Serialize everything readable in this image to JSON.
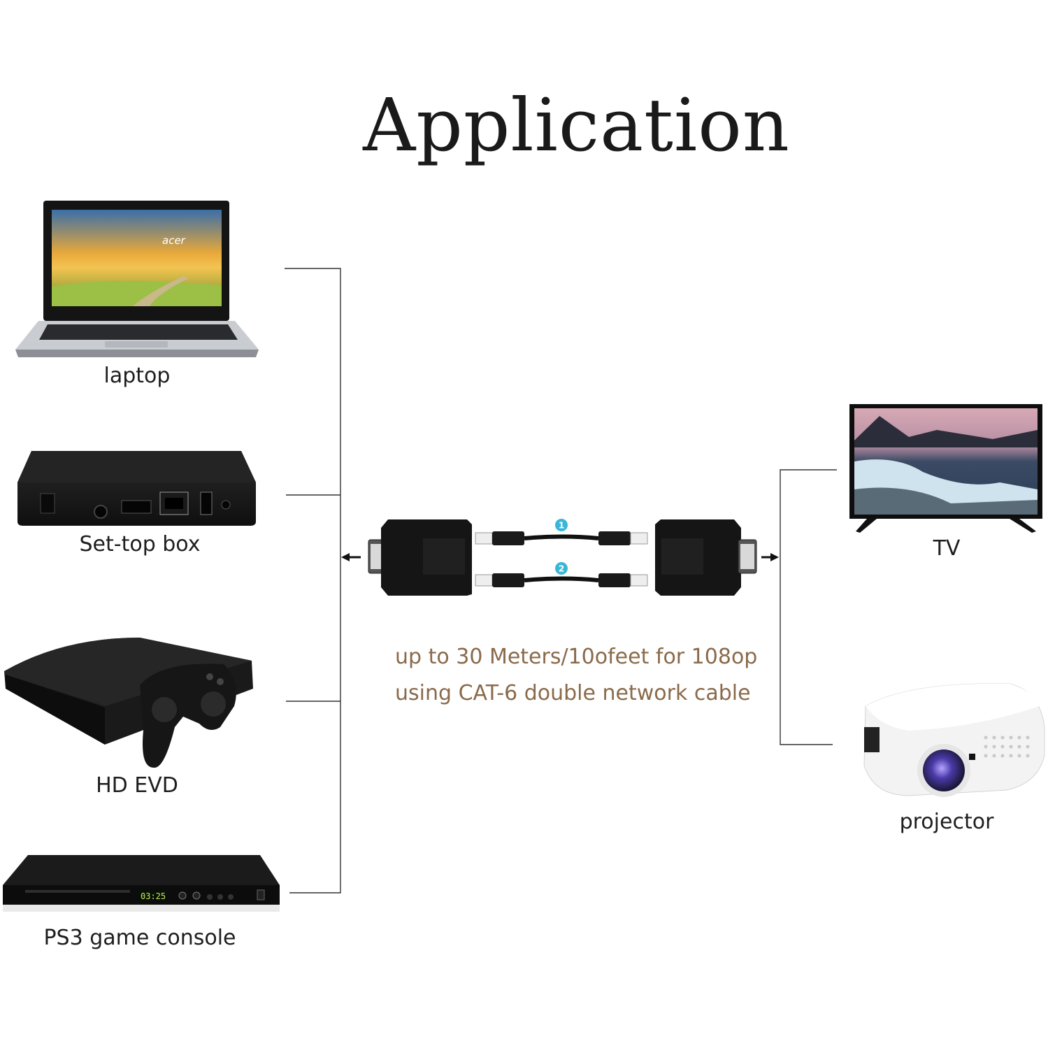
{
  "title": "Application",
  "sources": [
    {
      "label": "laptop",
      "icon": "laptop-icon",
      "logo": "acer"
    },
    {
      "label": "Set-top box",
      "icon": "set-top-box-icon"
    },
    {
      "label": "HD EVD",
      "icon": "game-console-icon"
    },
    {
      "label": "PS3 game console",
      "icon": "dvd-player-icon",
      "display": "03:25"
    }
  ],
  "displays": [
    {
      "label": "TV",
      "icon": "tv-icon"
    },
    {
      "label": "projector",
      "icon": "projector-icon"
    }
  ],
  "extender": {
    "cable_numbers": [
      "1",
      "2"
    ],
    "caption_line1": "up to 30 Meters/10ofeet for 108op",
    "caption_line2": "using CAT-6 double network cable"
  },
  "colors": {
    "line": "#333333",
    "caption": "#8a6a4a",
    "badge": "#3ab7d8",
    "device": "#1c1c1c"
  }
}
